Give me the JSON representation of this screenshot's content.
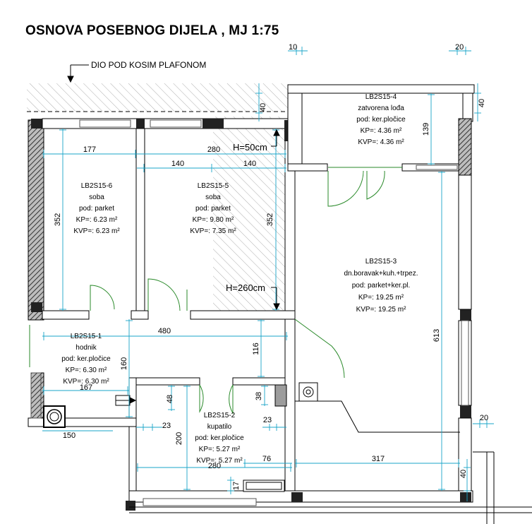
{
  "title": "OSNOVA POSEBNOG DIJELA , MJ 1:75",
  "note_slanted_ceiling": "DIO POD KOSIM PLAFONOM",
  "height_marks": {
    "h50": "H=50cm",
    "h260": "H=260cm"
  },
  "rooms": {
    "r4": {
      "id": "LB2S15-4",
      "name": "zatvorena lođa",
      "floor": "pod: ker.pločice",
      "kp": "KP=: 4.36 m²",
      "kvp": "KVP=: 4.36 m²"
    },
    "r6": {
      "id": "LB2S15-6",
      "name": "soba",
      "floor": "pod: parket",
      "kp": "KP=: 6.23 m²",
      "kvp": "KVP=: 6.23 m²"
    },
    "r5": {
      "id": "LB2S15-5",
      "name": "soba",
      "floor": "pod: parket",
      "kp": "KP=: 9.80 m²",
      "kvp": "KVP=: 7.35 m²"
    },
    "r3": {
      "id": "LB2S15-3",
      "name": "dn.boravak+kuh.+trpez.",
      "floor": "pod: parket+ker.pl.",
      "kp": "KP=: 19.25 m²",
      "kvp": "KVP=: 19.25 m²"
    },
    "r1": {
      "id": "LB2S15-1",
      "name": "hodnik",
      "floor": "pod: ker.pločice",
      "kp": "KP=: 6.30 m²",
      "kvp": "KVP=: 6.30 m²"
    },
    "r2": {
      "id": "LB2S15-2",
      "name": "kupatilo",
      "floor": "pod: ker.pločice",
      "kp": "KP=: 5.27 m²",
      "kvp": "KVP=: 5.27 m²"
    }
  },
  "dims": {
    "d10": "10",
    "d20a": "20",
    "d40a": "40",
    "d139": "139",
    "d177": "177",
    "d280a": "280",
    "d140a": "140",
    "d140b": "140",
    "d352a": "352",
    "d352b": "352",
    "d480": "480",
    "d116": "116",
    "d160": "160",
    "d167": "167",
    "d613": "613",
    "d38": "38",
    "d48": "48",
    "d23a": "23",
    "d23b": "23",
    "d200": "200",
    "d280b": "280",
    "d76": "76",
    "d317": "317",
    "d20b": "20",
    "d40b": "40",
    "d17": "17",
    "d150": "150"
  }
}
